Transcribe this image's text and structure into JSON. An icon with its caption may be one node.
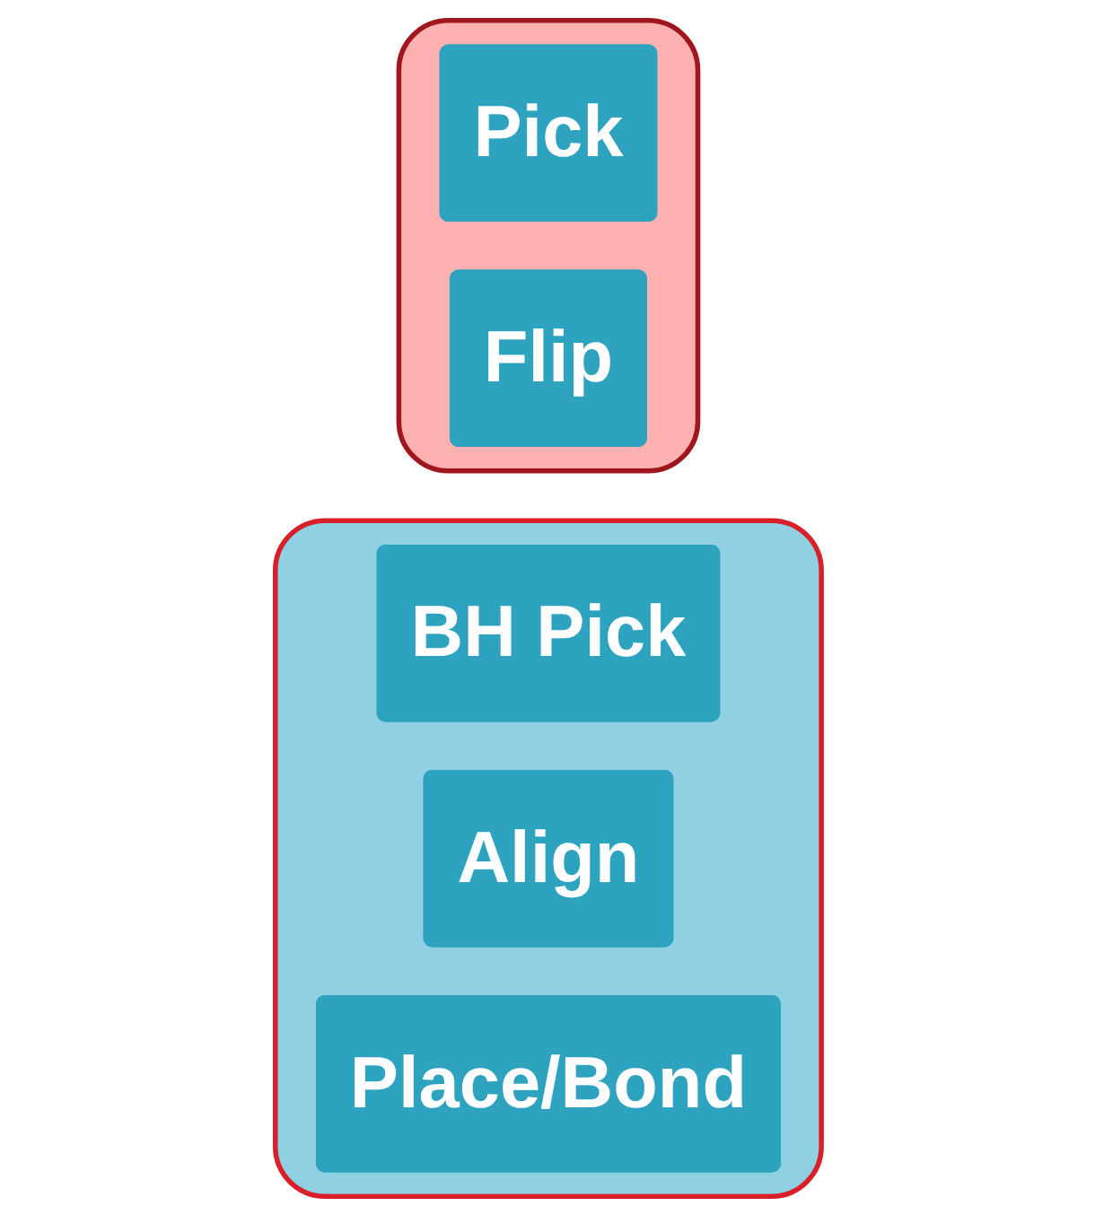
{
  "diagram": {
    "nodes": [
      {
        "text": [],
        "shape": "box"
      },
      {
        "text": [
          "Pick"
        ],
        "in": 0
      },
      {
        "text": [
          "Flip"
        ],
        "in": 0
      },
      {
        "text": [],
        "shape": "box"
      },
      {
        "text": [
          "BH Pick"
        ],
        "in": 3
      },
      {
        "text": [
          "Align"
        ],
        "in": 3
      },
      {
        "text": [
          "Place/Bond"
        ],
        "in": 3
      }
    ],
    "edges": []
  }
}
